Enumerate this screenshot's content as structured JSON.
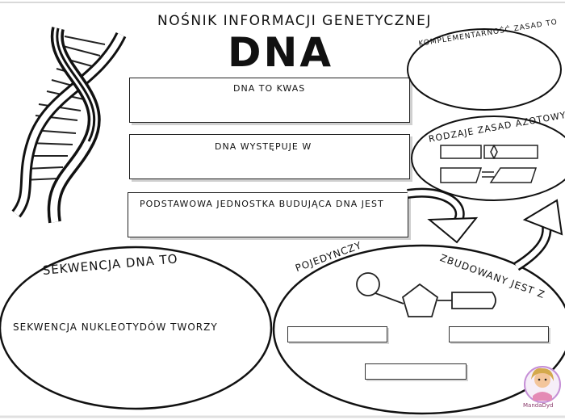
{
  "subtitle": "Nośnik informacji genetycznej",
  "title": "DNA",
  "boxes": {
    "kwas": "DNA to kwas",
    "wystepuje": "DNA występuje w",
    "jednostka": "Podstawowa jednostka budująca DNA jest"
  },
  "ovals": {
    "komplementarnosc": "Komplementarność zasad to",
    "rodzaje": "Rodzaje zasad azotowych",
    "sekwencja_title": "Sekwencja DNA to",
    "sekwencja_body": "Sekwencja nukleotydów tworzy",
    "pojedynczy": "Pojedynczy",
    "zbudowany": "Zbudowany jest z"
  },
  "logo_text": "MandaDyd"
}
